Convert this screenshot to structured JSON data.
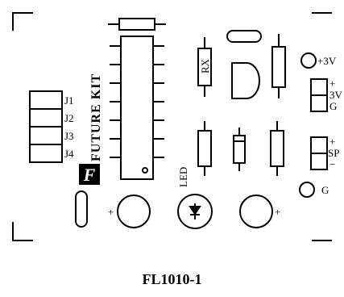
{
  "board_label": "FL1010-1",
  "brand_text": "FUTURE KIT",
  "brand_logo_letter": "F",
  "connector_labels": [
    "J1",
    "J2",
    "J3",
    "J4"
  ],
  "resistor_label": "RX",
  "led_label": "LED",
  "terminals": {
    "power_hole": "+3V",
    "power_block": [
      "+",
      "3V",
      "G"
    ],
    "speaker_block": [
      "+",
      "SP",
      "−"
    ],
    "ground_hole": "G"
  },
  "capacitor_polarity": [
    "+",
    "+"
  ]
}
